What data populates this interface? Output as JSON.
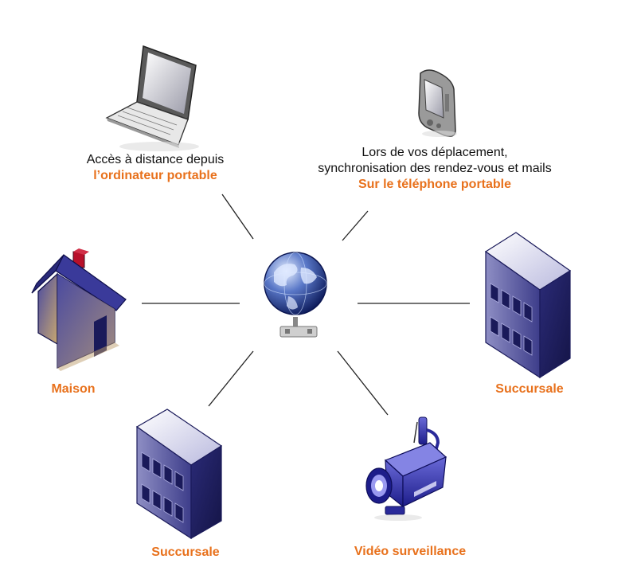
{
  "colors": {
    "accent": "#e8711c",
    "text": "#111111",
    "line": "#222222",
    "icon_blue": "#2f2f8f"
  },
  "nodes": {
    "laptop": {
      "line1": "Accès à distance depuis",
      "line2": "l’ordinateur portable",
      "icon": "laptop-icon"
    },
    "phone": {
      "line1": "Lors de vos déplacement,",
      "line2": "synchronisation des rendez-vous et mails",
      "line3": "Sur le téléphone portable",
      "icon": "pda-phone-icon"
    },
    "house": {
      "label": "Maison",
      "icon": "house-icon"
    },
    "branch_right": {
      "label": "Succursale",
      "icon": "office-building-icon"
    },
    "branch_left": {
      "label": "Succursale",
      "icon": "office-building-icon"
    },
    "camera": {
      "label": "Vidéo surveillance",
      "icon": "security-camera-icon"
    },
    "hub": {
      "icon": "globe-network-icon"
    }
  }
}
